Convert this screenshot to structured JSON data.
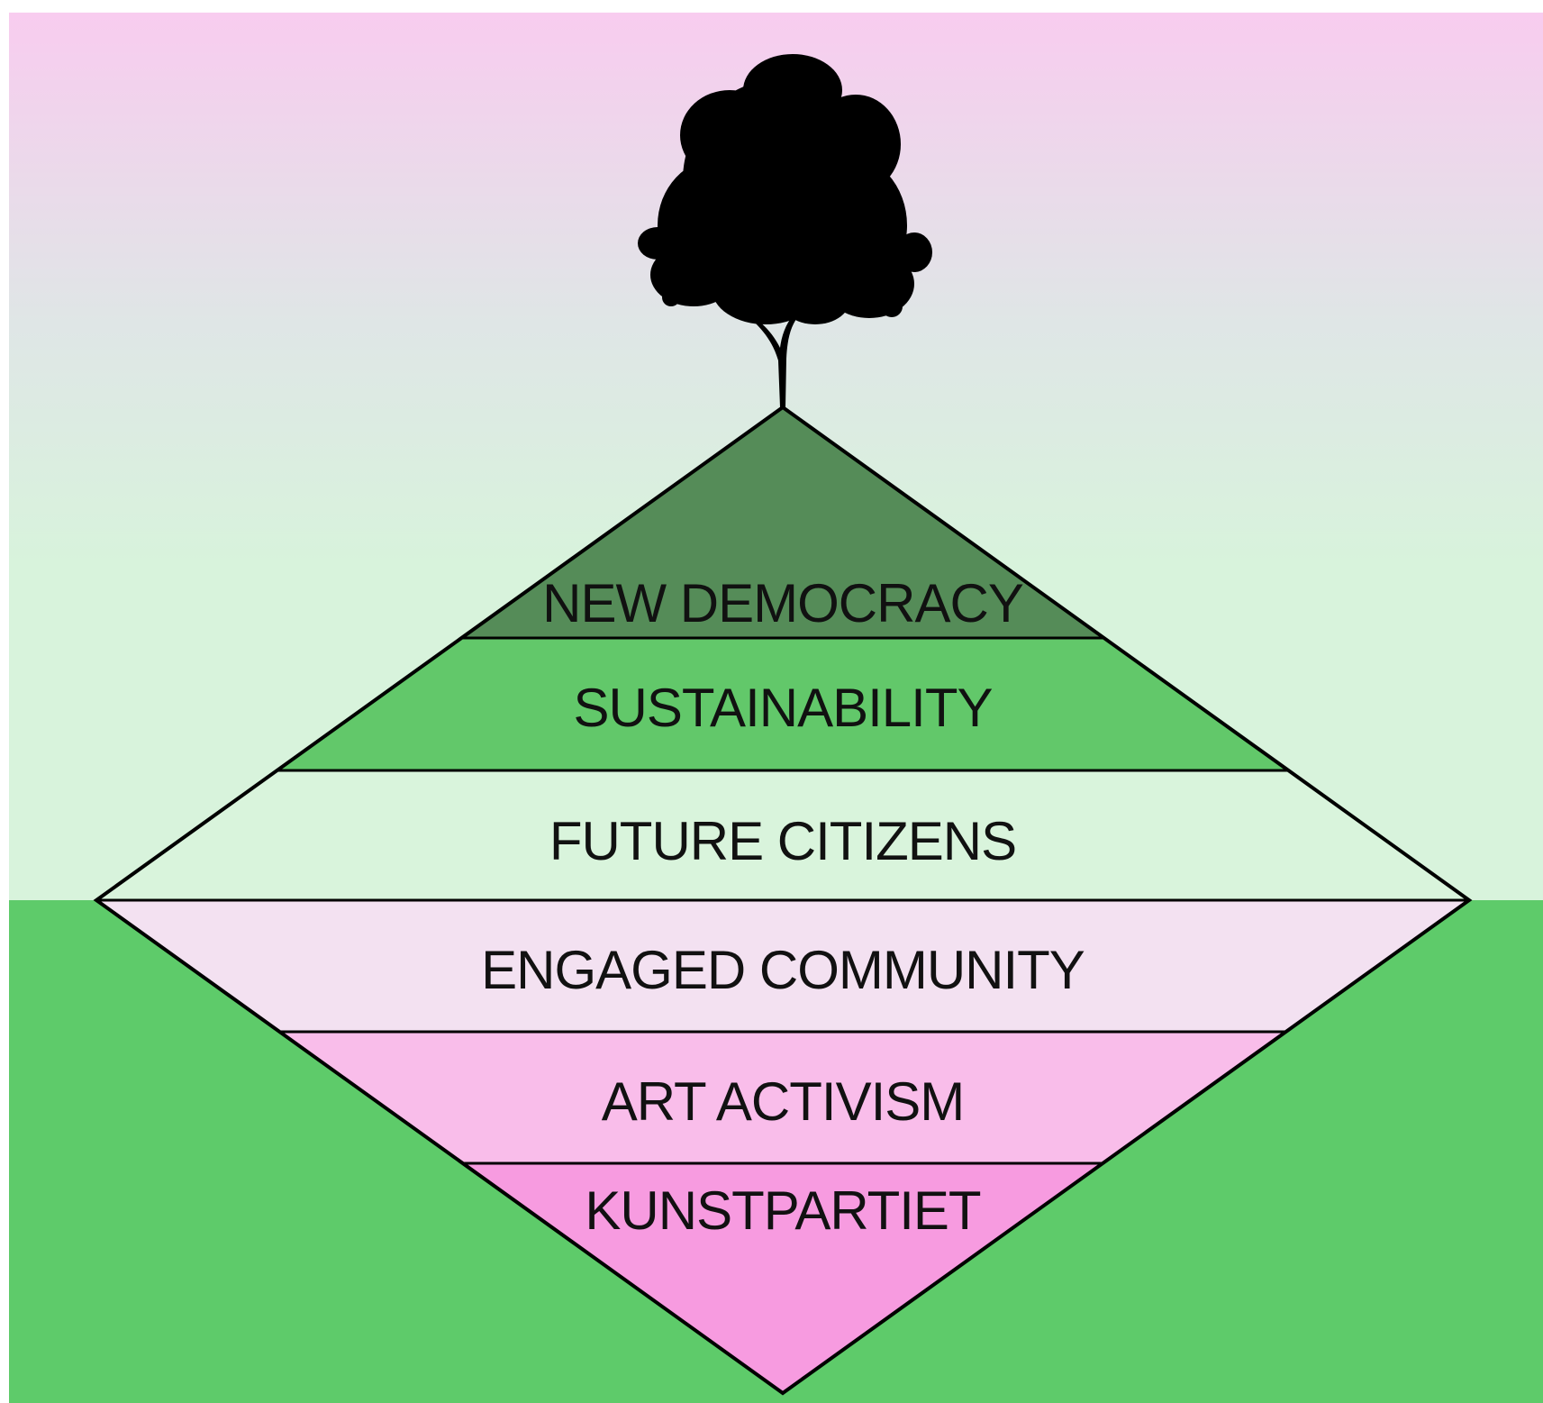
{
  "diagram": {
    "layers": [
      {
        "label": "NEW DEMOCRACY",
        "color": "#558c58"
      },
      {
        "label": "SUSTAINABILITY",
        "color": "#62c86a"
      },
      {
        "label": "FUTURE CITIZENS",
        "color": "#d9f4dc"
      },
      {
        "label": "ENGAGED COMMUNITY",
        "color": "#f3e1f1"
      },
      {
        "label": "ART ACTIVISM",
        "color": "#f9bdea"
      },
      {
        "label": "KUNSTPARTIET",
        "color": "#f79be0"
      }
    ],
    "ground_color": "#5ecb6a",
    "sky_colors": [
      "#f8ccef",
      "#dfe6e6",
      "#d8f3dc"
    ],
    "outline_color": "#000000"
  }
}
